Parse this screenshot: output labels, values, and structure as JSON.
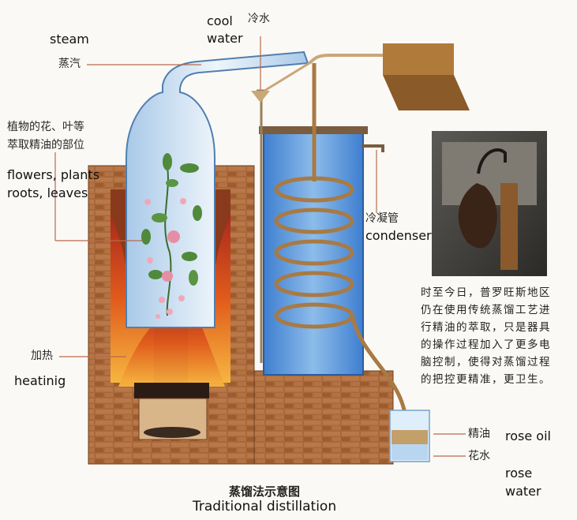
{
  "labels": {
    "steam_en": "steam",
    "steam_zh": "蒸汽",
    "cool_water_en_1": "cool",
    "cool_water_en_2": "water",
    "cool_water_zh": "冷水",
    "plants_zh_1": "植物的花、叶等",
    "plants_zh_2": "萃取精油的部位",
    "plants_en_1": "flowers, plants",
    "plants_en_2": "roots, leaves",
    "condenser_zh": "冷凝管",
    "condenser_en": "condenser",
    "heating_zh": "加热",
    "heating_en": "heatinig",
    "oil_zh": "精油",
    "oil_en": "rose oil",
    "water_zh": "花水",
    "water_en_1": "rose",
    "water_en_2": "water"
  },
  "note": "时至今日，普罗旺斯地区仍在使用传统蒸馏工艺进行精油的萃取，只是器具的操作过程加入了更多电脑控制，使得对蒸馏过程的把控更精准，更卫生。",
  "caption": {
    "title_zh": "蒸馏法示意图",
    "title_en": "Traditional distillation"
  }
}
